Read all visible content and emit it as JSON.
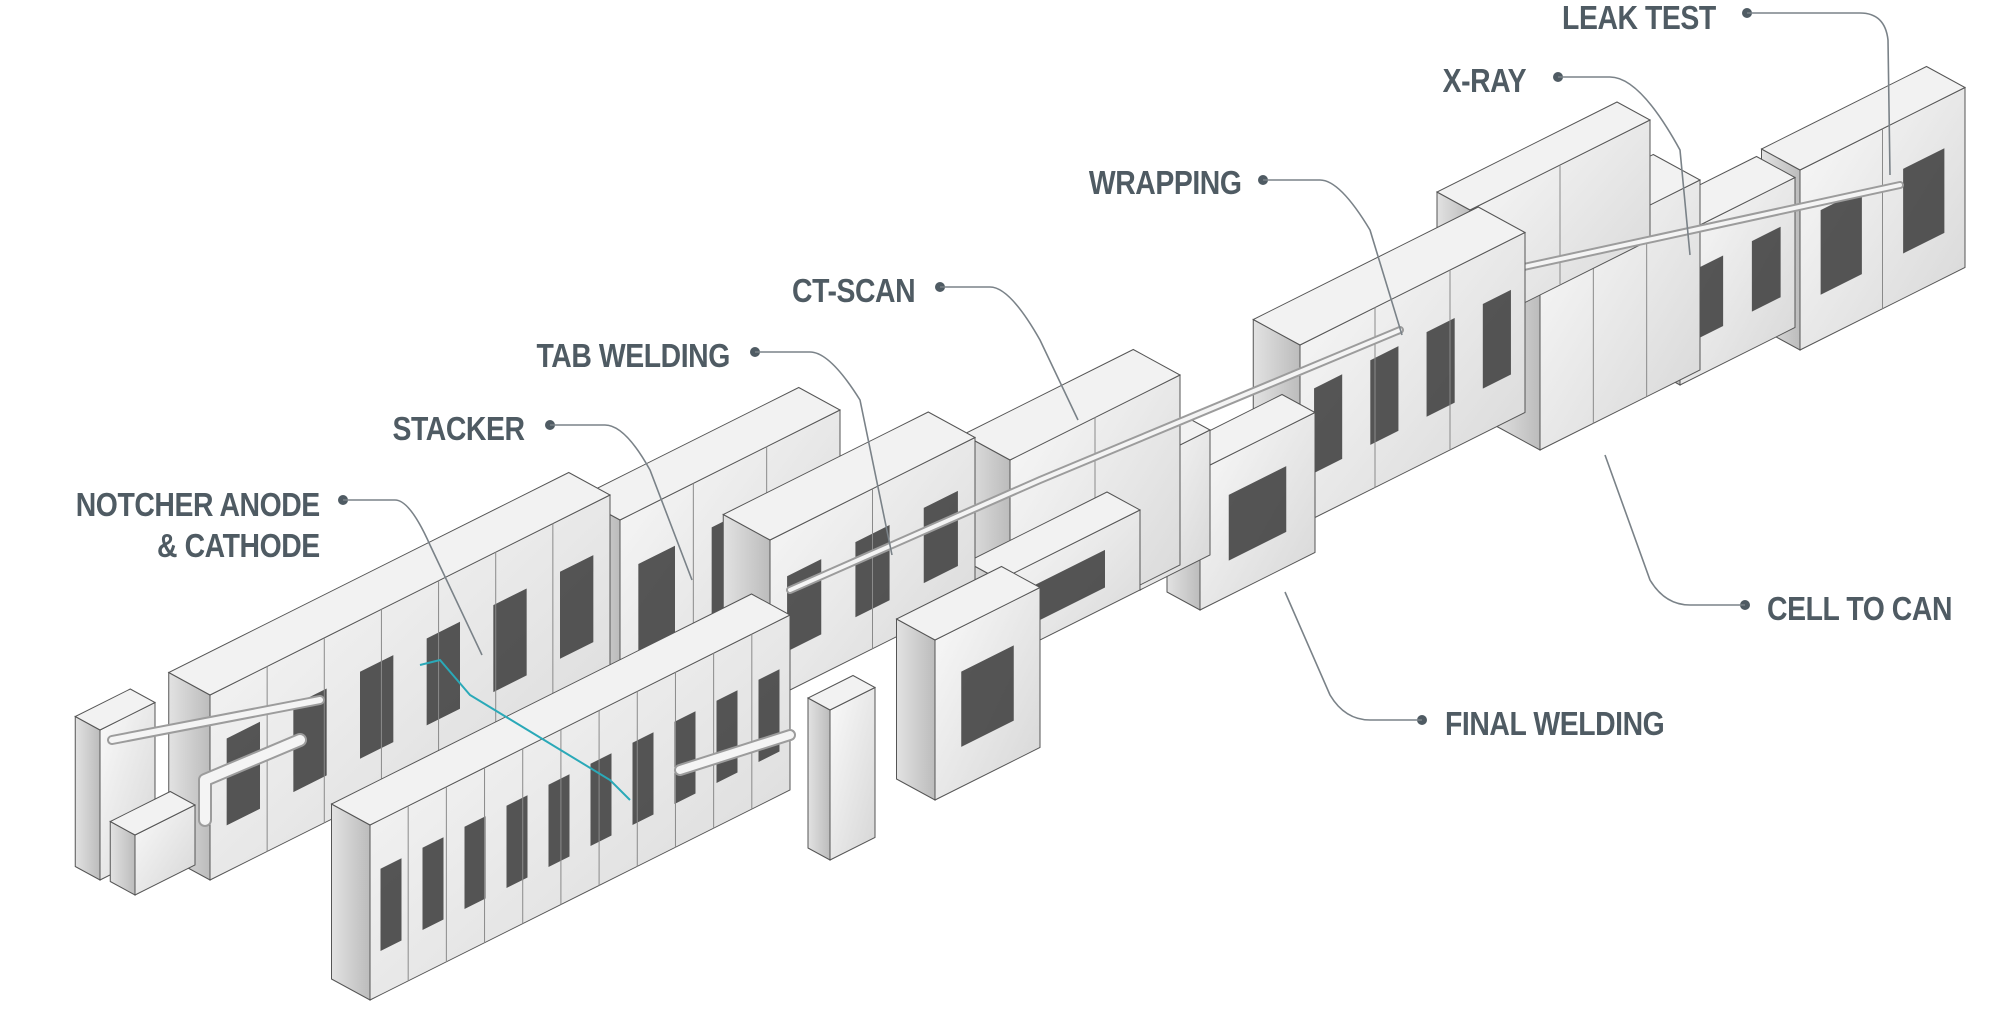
{
  "colors": {
    "label": "#4f5b63",
    "leader": "#7a8288",
    "machine_light": "#f2f2f2",
    "machine_mid": "#dcdcdc",
    "machine_dark": "#bdbdbd",
    "window": "#3a3a3a",
    "outline": "#555555",
    "accent_cable": "#2aa9b8"
  },
  "stations": [
    {
      "id": "leak-test",
      "lines": [
        "LEAK TEST"
      ]
    },
    {
      "id": "x-ray",
      "lines": [
        "X-RAY"
      ]
    },
    {
      "id": "wrapping",
      "lines": [
        "WRAPPING"
      ]
    },
    {
      "id": "ct-scan",
      "lines": [
        "CT-SCAN"
      ]
    },
    {
      "id": "tab-welding",
      "lines": [
        "TAB WELDING"
      ]
    },
    {
      "id": "stacker",
      "lines": [
        "STACKER"
      ]
    },
    {
      "id": "notcher",
      "lines": [
        "NOTCHER ANODE",
        "& CATHODE"
      ]
    },
    {
      "id": "cell-to-can",
      "lines": [
        "CELL TO CAN"
      ]
    },
    {
      "id": "final-welding",
      "lines": [
        "FINAL WELDING"
      ]
    }
  ]
}
